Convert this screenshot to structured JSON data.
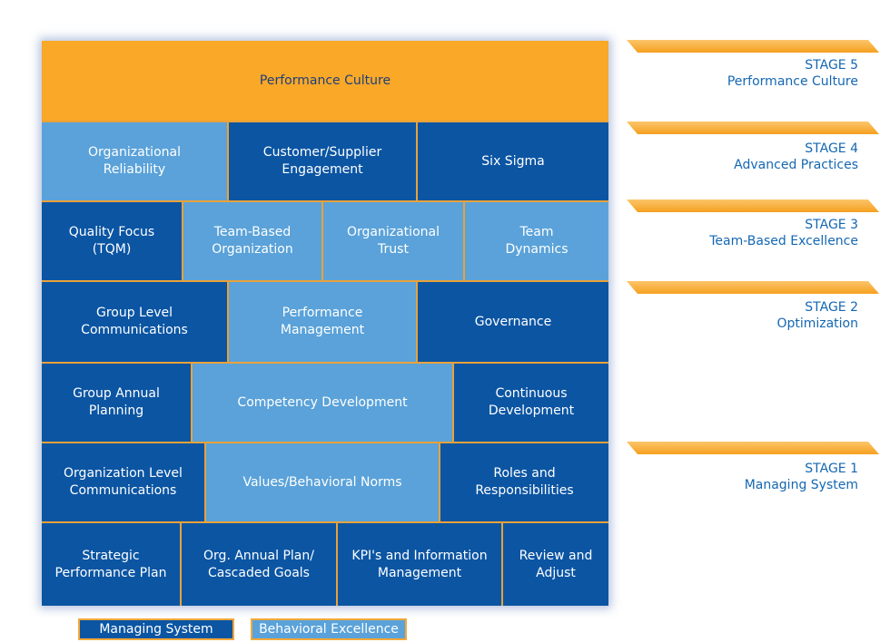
{
  "colors": {
    "managing_system": "#0b55a3",
    "behavioral_excellence": "#5aa2d9",
    "performance_culture": "#f9a828",
    "divider": "#e9a23a",
    "stage_text": "#1467b3"
  },
  "rows": [
    {
      "cells": [
        {
          "label": "Performance Culture",
          "kind": "pc"
        }
      ]
    },
    {
      "cells": [
        {
          "label": "Organizational\nReliability",
          "kind": "be"
        },
        {
          "label": "Customer/Supplier\nEngagement",
          "kind": "ms"
        },
        {
          "label": "Six Sigma",
          "kind": "ms"
        }
      ]
    },
    {
      "cells": [
        {
          "label": "Quality Focus\n(TQM)",
          "kind": "ms"
        },
        {
          "label": "Team-Based\nOrganization",
          "kind": "be"
        },
        {
          "label": "Organizational\nTrust",
          "kind": "be"
        },
        {
          "label": "Team\nDynamics",
          "kind": "be"
        }
      ]
    },
    {
      "cells": [
        {
          "label": "Group Level\nCommunications",
          "kind": "ms"
        },
        {
          "label": "Performance\nManagement",
          "kind": "be"
        },
        {
          "label": "Governance",
          "kind": "ms"
        }
      ]
    },
    {
      "cells": [
        {
          "label": "Group Annual\nPlanning",
          "kind": "ms"
        },
        {
          "label": "Competency Development",
          "kind": "be"
        },
        {
          "label": "Continuous\nDevelopment",
          "kind": "ms"
        }
      ]
    },
    {
      "cells": [
        {
          "label": "Organization Level\nCommunications",
          "kind": "ms"
        },
        {
          "label": "Values/Behavioral Norms",
          "kind": "be"
        },
        {
          "label": "Roles and\nResponsibilities",
          "kind": "ms"
        }
      ]
    },
    {
      "cells": [
        {
          "label": "Strategic\nPerformance Plan",
          "kind": "ms"
        },
        {
          "label": "Org. Annual Plan/\nCascaded Goals",
          "kind": "ms"
        },
        {
          "label": "KPI's and Information\nManagement",
          "kind": "ms"
        },
        {
          "label": "Review and\nAdjust",
          "kind": "ms"
        }
      ]
    }
  ],
  "stages": [
    {
      "number": "STAGE 5",
      "name": "Performance Culture"
    },
    {
      "number": "STAGE 4",
      "name": "Advanced Practices"
    },
    {
      "number": "STAGE 3",
      "name": "Team-Based Excellence"
    },
    {
      "number": "STAGE 2",
      "name": "Optimization"
    },
    {
      "number": "STAGE 1",
      "name": "Managing System"
    }
  ],
  "legend": {
    "managing_system": "Managing System",
    "behavioral_excellence": "Behavioral Excellence"
  }
}
